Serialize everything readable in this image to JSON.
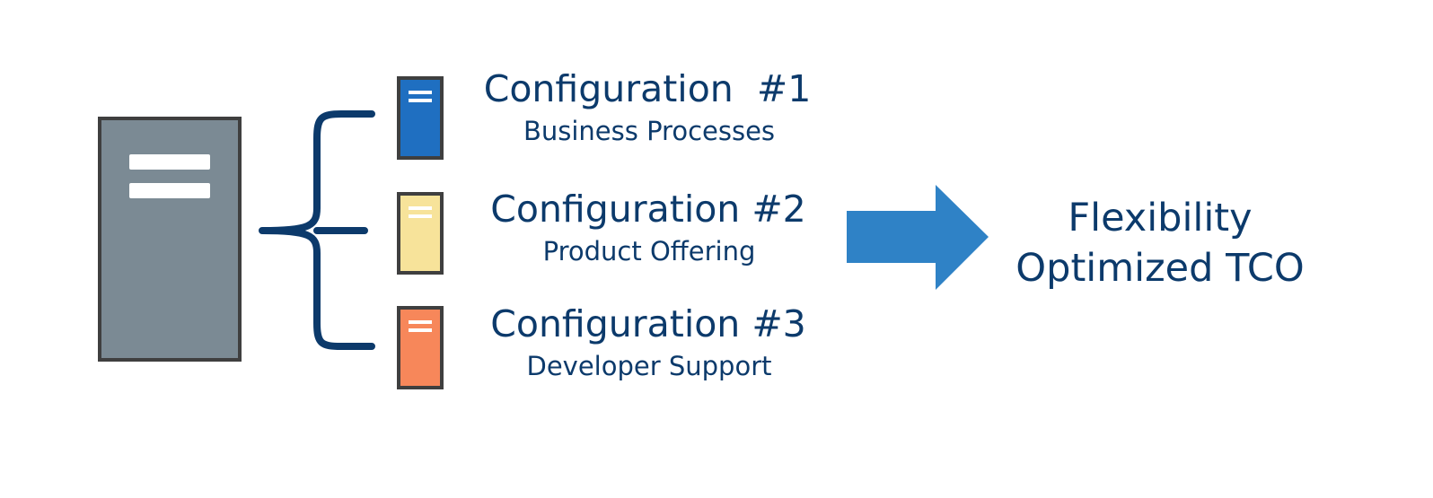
{
  "colors": {
    "main_server": "#7b8a94",
    "server_stroke": "#3f3f3f",
    "server_bars": "#ffffff",
    "brace": "#0c3a6b",
    "text": "#0c3a6b",
    "arrow": "#2f82c6"
  },
  "main_server": {
    "icon": "server-icon"
  },
  "configurations": [
    {
      "title": "Configuration  #1",
      "subtitle": "Business Processes",
      "icon": "server-icon",
      "color": "#1f6fc1"
    },
    {
      "title": "Configuration #2",
      "subtitle": "Product Offering",
      "icon": "server-icon",
      "color": "#f7e39a"
    },
    {
      "title": "Configuration #3",
      "subtitle": "Developer Support",
      "icon": "server-icon",
      "color": "#f7875a"
    }
  ],
  "arrow": {
    "icon": "right-arrow-icon"
  },
  "result": {
    "line1": "Flexibility",
    "line2": "Optimized TCO"
  }
}
